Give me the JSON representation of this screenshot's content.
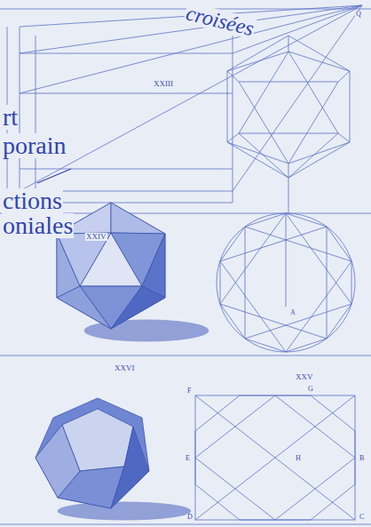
{
  "diagram": {
    "labels": [
      "croisées",
      "rt",
      "porain",
      "ctions",
      "oniales",
      "XXIII",
      "XXIV",
      "XXVI",
      "XXV",
      "A",
      "Q",
      "F",
      "G",
      "B",
      "E",
      "H",
      "D",
      "C"
    ]
  }
}
